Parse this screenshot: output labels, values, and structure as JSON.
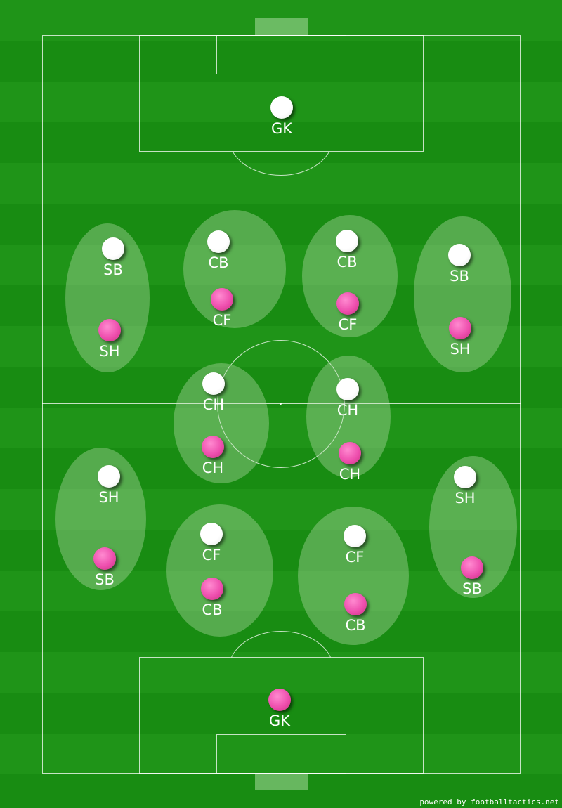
{
  "credit": "powered by footballtactics.net",
  "colors": {
    "home_team": "#ffffff",
    "away_team": "#ee4fae",
    "pitch": "#1f9418"
  },
  "players": [
    {
      "team": "white",
      "role": "GK"
    },
    {
      "team": "white",
      "role": "SB"
    },
    {
      "team": "white",
      "role": "CB"
    },
    {
      "team": "white",
      "role": "CB"
    },
    {
      "team": "white",
      "role": "SB"
    },
    {
      "team": "white",
      "role": "CH"
    },
    {
      "team": "white",
      "role": "CH"
    },
    {
      "team": "white",
      "role": "SH"
    },
    {
      "team": "white",
      "role": "CF"
    },
    {
      "team": "white",
      "role": "CF"
    },
    {
      "team": "white",
      "role": "SH"
    },
    {
      "team": "pink",
      "role": "SH"
    },
    {
      "team": "pink",
      "role": "CF"
    },
    {
      "team": "pink",
      "role": "CF"
    },
    {
      "team": "pink",
      "role": "SH"
    },
    {
      "team": "pink",
      "role": "CH"
    },
    {
      "team": "pink",
      "role": "CH"
    },
    {
      "team": "pink",
      "role": "SB"
    },
    {
      "team": "pink",
      "role": "CB"
    },
    {
      "team": "pink",
      "role": "CB"
    },
    {
      "team": "pink",
      "role": "SB"
    },
    {
      "team": "pink",
      "role": "GK"
    }
  ]
}
